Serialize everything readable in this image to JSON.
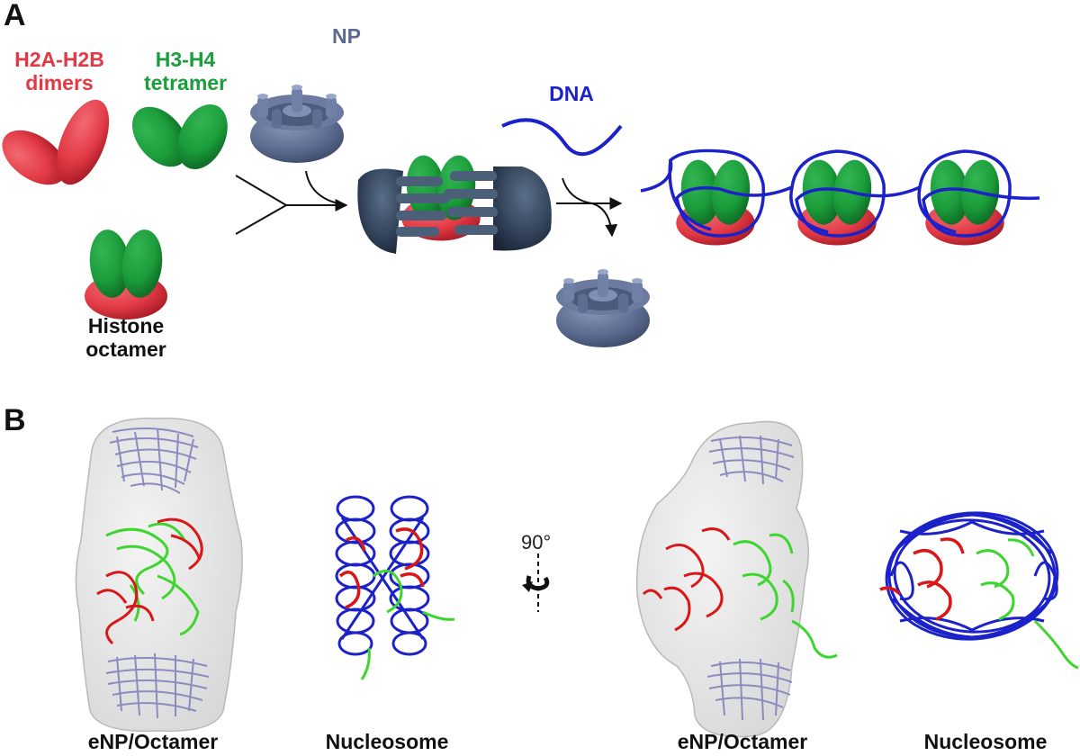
{
  "panels": {
    "a": {
      "letter": "A"
    },
    "b": {
      "letter": "B"
    }
  },
  "labels": {
    "h2a_line1": "H2A-H2B",
    "h2a_line2": "dimers",
    "h34_line1": "H3-H4",
    "h34_line2": "tetramer",
    "np": "NP",
    "dna": "DNA",
    "octamer_line1": "Histone",
    "octamer_line2": "octamer",
    "rotation": "90°",
    "b_enp_1": "eNP/Octamer",
    "b_nuc_1": "Nucleosome",
    "b_enp_2": "eNP/Octamer",
    "b_nuc_2": "Nucleosome"
  },
  "colors": {
    "h2a": "#e23a45",
    "h34": "#1a9d3a",
    "np": "#5b6a8f",
    "dna": "#1c22c8",
    "text": "#111111",
    "ribbon_green": "#3ed62e",
    "ribbon_red": "#d81818",
    "ribbon_purple": "#8a8cc0",
    "envelope": "#e3e3e3"
  }
}
